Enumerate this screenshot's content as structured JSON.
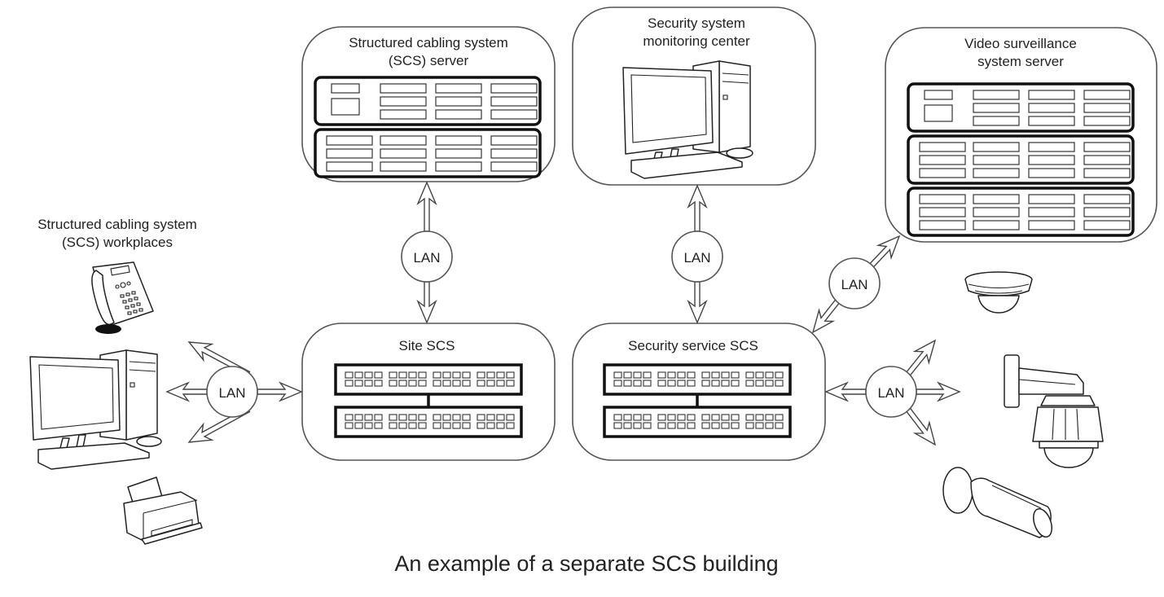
{
  "diagram": {
    "caption": "An example of a separate SCS building",
    "nodes": {
      "scs_server": {
        "title_line1": "Structured cabling system",
        "title_line2": "(SCS) server",
        "icon": "rack-server-2u"
      },
      "monitoring_center": {
        "title_line1": "Security system",
        "title_line2": "monitoring center",
        "icon": "desktop-computer"
      },
      "video_server": {
        "title_line1": "Video surveillance",
        "title_line2": "system server",
        "icon": "rack-server-3u"
      },
      "site_scs": {
        "title": "Site SCS",
        "icon": "network-switch-stack"
      },
      "security_scs": {
        "title": "Security service SCS",
        "icon": "network-switch-stack"
      },
      "workplaces": {
        "title_line1": "Structured cabling system",
        "title_line2": "(SCS) workplaces",
        "devices": [
          "ip-phone",
          "desktop-computer",
          "printer"
        ]
      },
      "cameras": {
        "devices": [
          "dome-camera",
          "ptz-wall-camera",
          "bullet-camera"
        ]
      }
    },
    "lan_label": "LAN",
    "links": [
      {
        "from": "workplaces",
        "to": "site_scs",
        "via": "LAN",
        "type": "bidirectional-multi"
      },
      {
        "from": "scs_server",
        "to": "site_scs",
        "via": "LAN",
        "type": "bidirectional"
      },
      {
        "from": "monitoring_center",
        "to": "security_scs",
        "via": "LAN",
        "type": "bidirectional"
      },
      {
        "from": "security_scs",
        "to": "video_server",
        "via": "LAN",
        "type": "bidirectional"
      },
      {
        "from": "security_scs",
        "to": "cameras",
        "via": "LAN",
        "type": "bidirectional-multi"
      }
    ]
  }
}
